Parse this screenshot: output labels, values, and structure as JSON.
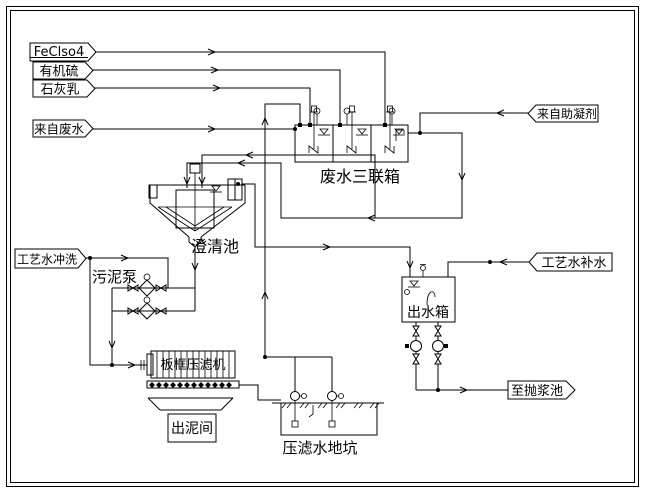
{
  "diagram": {
    "background": "#ffffff",
    "line_color": "#000000",
    "flags": {
      "feclso4": "FeClso4",
      "organic_sulfur": "有机硫",
      "lime_milk": "石灰乳",
      "from_wastewater": "来自废水",
      "from_coagulant_aid": "来自助凝剂",
      "process_water_flush": "工艺水冲洗",
      "process_water_makeup": "工艺水补水",
      "to_slurry_pool": "至抛浆池"
    },
    "equipment": {
      "triple_tank": "废水三联箱",
      "clarifier": "澄清池",
      "sludge_pump": "污泥泵",
      "filter_press": "板框压滤机",
      "mud_room": "出泥间",
      "filter_water_pit": "压滤水地坑",
      "outlet_tank": "出水箱"
    }
  }
}
